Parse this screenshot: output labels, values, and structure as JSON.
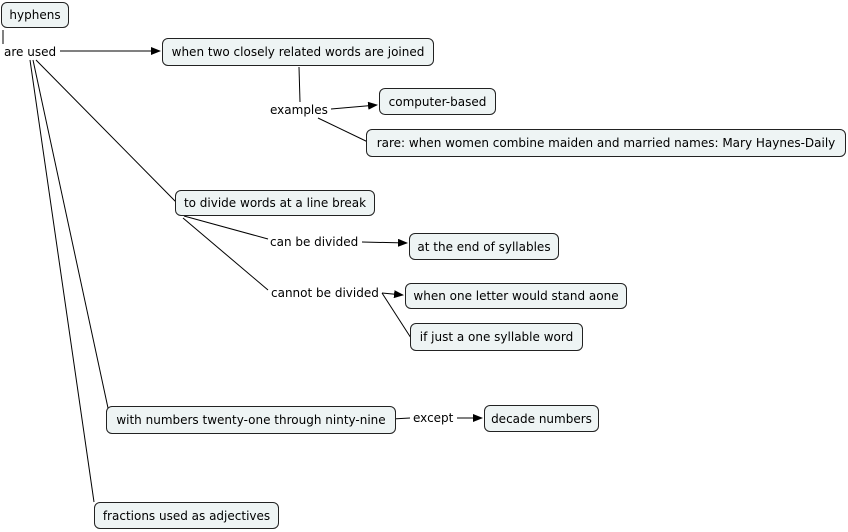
{
  "concepts": {
    "hyphens": "hyphens",
    "joined": "when two closely related words are joined",
    "computer": "computer-based",
    "rare": "rare: when women combine maiden and married names: Mary Haynes-Daily",
    "divide": "to divide words at a line break",
    "syllables": "at the end of syllables",
    "one_letter": "when one letter would stand aone",
    "one_syllable": "if just a one syllable word",
    "numbers": "with numbers twenty-one through ninty-nine",
    "decade": "decade numbers",
    "fractions": "fractions used as adjectives"
  },
  "linking_phrases": {
    "are_used": "are used",
    "examples": "examples",
    "can_be_divided": "can be divided",
    "cannot_be_divided": "cannot be divided",
    "except": "except"
  },
  "colors": {
    "node_fill": "#eef4f4",
    "node_border": "#222222",
    "line": "#000000"
  }
}
